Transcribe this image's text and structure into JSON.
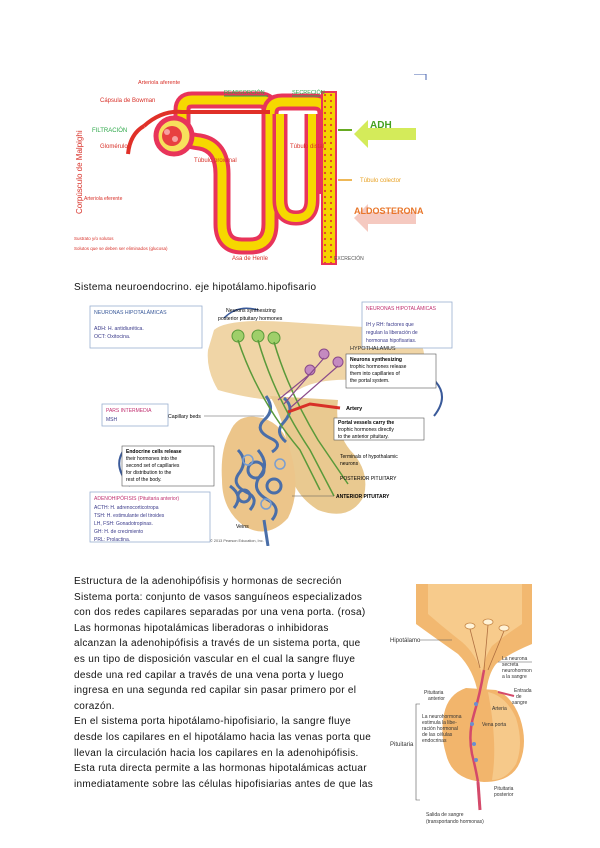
{
  "kidney": {
    "capsule_vertical": "Corpúsculo de Malpighi",
    "arteriola_aferente": "Arteriola aferente",
    "capsula_bowman": "Cápsula de Bowman",
    "filtracion": "FILTRACIÓN",
    "glomerulo": "Glomérulo",
    "arteriola_eferente": "Arteriola eferente",
    "reabsorcion": "REABSORCIÓN",
    "secrecion": "SECRECIÓN",
    "tubulo_proximal": "Túbulo proximal",
    "tubulo_distal": "Túbulo distal",
    "tubulo_colector": "Túbulo colector",
    "adh": "ADH",
    "aldosterona": "ALDOSTERONA",
    "asa_henle": "Asa de Henle",
    "excrecion": "EXCRECIÓN",
    "legend1": "Sustrato y/o solutos",
    "legend2": "Solutos que se deben ser eliminados (glucosa)"
  },
  "caption1": "Sistema neuroendocrino. eje hipotálamo.hipofisario",
  "pituitary": {
    "box_neurons_title": "NEURONAS HIPOTALÁMICAS",
    "box_neurons_text": [
      "ADH: H. antidiurética.",
      "OCT: Oxitocina."
    ],
    "box_right_title": "NEURONAS HIPOTALÁMICAS",
    "box_right_text": [
      "IH y RH: factores que",
      "regulan la liberación de",
      "hormonas hipofisarias."
    ],
    "neurons_synth_post": [
      "Neurons synthesizing",
      "posterior pituitary hormones"
    ],
    "hypothalamus": "HYPOTHALAMUS",
    "neurons_synth_trophic": [
      "Neurons synthesizing",
      "trophic hormones release",
      "them into capillaries of",
      "the portal system."
    ],
    "artery": "Artery",
    "capillary_beds": "Capillary beds",
    "portal_vessels": [
      "Portal vessels carry the",
      "trophic hormones directly",
      "to the anterior pituitary."
    ],
    "pars_title": "PARS INTERMEDIA",
    "pars_text": "MSH",
    "endocrine_cells": [
      "Endocrine cells release",
      "their hormones into the",
      "second set of capillaries",
      "for distribution to the",
      "rest of the body."
    ],
    "terminals": [
      "Terminals of hypothalamic",
      "neurons"
    ],
    "posterior_pituitary": "POSTERIOR PITUITARY",
    "anterior_pituitary": "ANTERIOR PITUITARY",
    "adeno_title": "ADENOHIPÓFISIS (Pituitaria anterior)",
    "adeno_text": [
      "ACTH: H. adrenocorticotropa",
      "TSH: H. estimulante del tiroides",
      "LH, FSH: Gonadotropinas.",
      "GH: H. de crecimiento",
      "PRL: Prolactina."
    ],
    "veins": "Veins",
    "copyright": "© 2013 Pearson Education, Inc."
  },
  "section_lines": [
    "Estructura de la adenohipófisis y hormonas de secreción",
    "Sistema porta: conjunto de vasos sanguíneos especializados",
    "con dos redes capilares separadas por una vena porta. (rosa)",
    "Las hormonas hipotalámicas liberadoras o inhibidoras",
    "alcanzan la adenohipófisis a través de un sistema porta, que",
    "es un tipo de disposición vascular en el cual la sangre fluye",
    "desde una red capilar a través de una vena porta y luego",
    "ingresa en una segunda red capilar sin pasar primero por el",
    "corazón.",
    "En el sistema porta hipotálamo-hipofisiario, la sangre fluye",
    "desde los capilares en el hipotálamo hacia las venas porta que",
    "llevan la circulación hacia los capilares en la adenohipófisis.",
    "Esta ruta directa permite a las hormonas hipotalámicas actuar",
    "inmediatamente sobre las células hipofisiarias antes de que las"
  ],
  "hypophysis": {
    "hipotalamo": "Hipotálamo",
    "neurona": [
      "La neurona",
      "secreta",
      "neurohormonas",
      "a la sangre"
    ],
    "pituitaria_anterior": [
      "Pituitaria",
      "anterior"
    ],
    "entrada": [
      "Entrada",
      "de",
      "sangre"
    ],
    "arteria": "Arteria",
    "neurohormona": [
      "La neurohormona",
      "estimula la libe-",
      "ración hormonal",
      "de las células",
      "endocrinas"
    ],
    "vena_porta": "Vena porta",
    "pituitaria": "Pituitaria",
    "pituitaria_posterior": [
      "Pituitaria",
      "posterior"
    ],
    "salida": [
      "Salida de sangre",
      "(transportando hormonas)"
    ]
  }
}
